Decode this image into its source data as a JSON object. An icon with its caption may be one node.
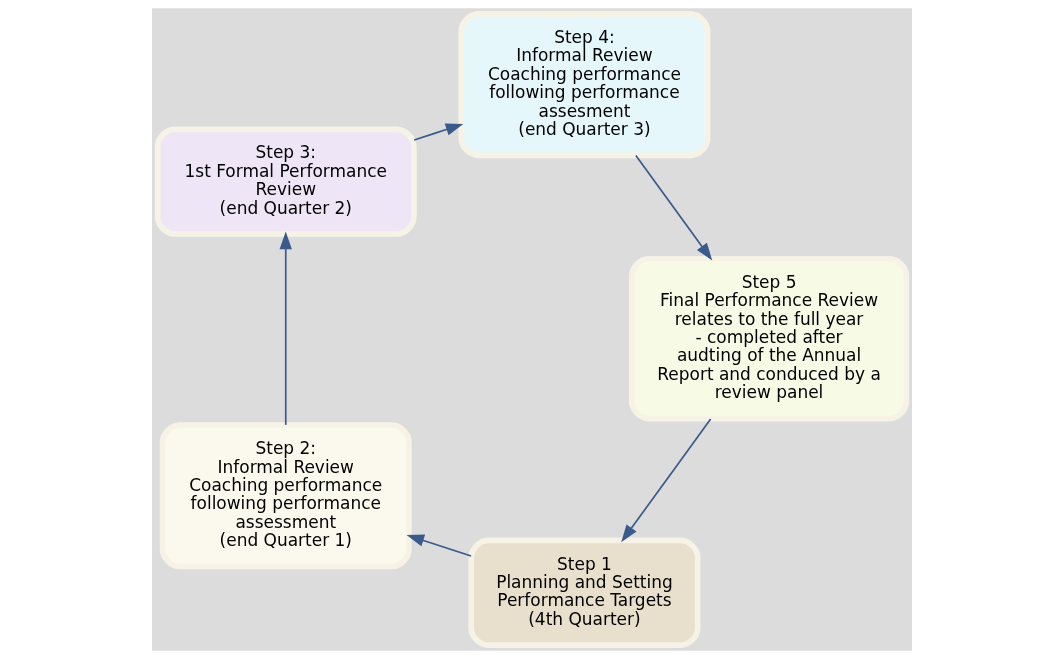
{
  "diagram": {
    "nodes": [
      {
        "text": [
          "Step 1",
          "Planning and Setting Performance Targets",
          "(4th Quarter)"
        ]
      },
      {
        "text": [
          "Step 2:",
          "Informal Review",
          "Coaching performance following performance assessment",
          "(end Quarter 1)"
        ]
      },
      {
        "text": [
          "Step 3:",
          "1st Formal Performance Review",
          "(end Quarter 2)"
        ]
      },
      {
        "text": [
          "Step 4:",
          "Informal Review",
          "Coaching performance following performance assesment",
          "(end Quarter 3)"
        ]
      },
      {
        "text": [
          "Step 5",
          "Final Performance Review",
          "relates to the full year - completed after audting of the Annual Report and conduced by a review panel"
        ]
      }
    ],
    "edges": [
      {
        "from": 0,
        "to": 1,
        "arrow": "to"
      },
      {
        "from": 1,
        "to": 2,
        "arrow": "to"
      },
      {
        "from": 2,
        "to": 3,
        "arrow": "to"
      },
      {
        "from": 3,
        "to": 4,
        "arrow": "to"
      },
      {
        "from": 4,
        "to": 0,
        "arrow": "to"
      }
    ]
  }
}
